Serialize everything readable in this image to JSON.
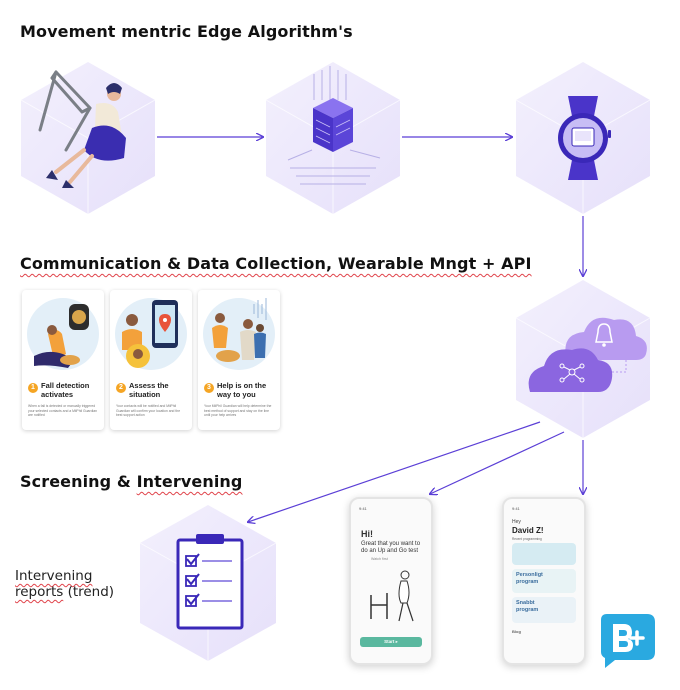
{
  "headings": {
    "movement": "Movement mentric Edge Algorithm's",
    "communication": "Communication & Data Collection, Wearable Mngt + API",
    "screening_prefix": "Screening & ",
    "screening_word": "Intervening"
  },
  "cards": [
    {
      "num": "1",
      "title": "Fall detection activates",
      "body": "When a fall is detected or manually triggered your selected contacts and a MiiPhil Guardian are notified"
    },
    {
      "num": "2",
      "title": "Assess the situation",
      "body": "Your contacts will be notified and MiiPhil Guardian will confirm your location and the best support action"
    },
    {
      "num": "3",
      "title": "Help is on the way to you",
      "body": "Your MiiPhil Guardian will help determine the best method of support and stay on the line until your help arrives"
    }
  ],
  "report_label": {
    "word1": "Intervening",
    "word2": "reports",
    "word3": "(trend)"
  },
  "phone1": {
    "status": "9:41",
    "greeting": "Hi!",
    "message": "Great that you want to do an Up and Go test",
    "link": "Watch first",
    "button": "Start ▸"
  },
  "phone2": {
    "status": "9:41",
    "hey": "Hey",
    "name": "David Z!",
    "sub": "Recent programming",
    "tile1": "",
    "tile2": "Personligt program",
    "tile3": "Snabbt program",
    "blog": "Blog"
  },
  "colors": {
    "accent": "#5b3fd6",
    "hex_fill": "#eeeafb",
    "cloud": "#9c7ee8",
    "logo": "#2aa9e0"
  }
}
